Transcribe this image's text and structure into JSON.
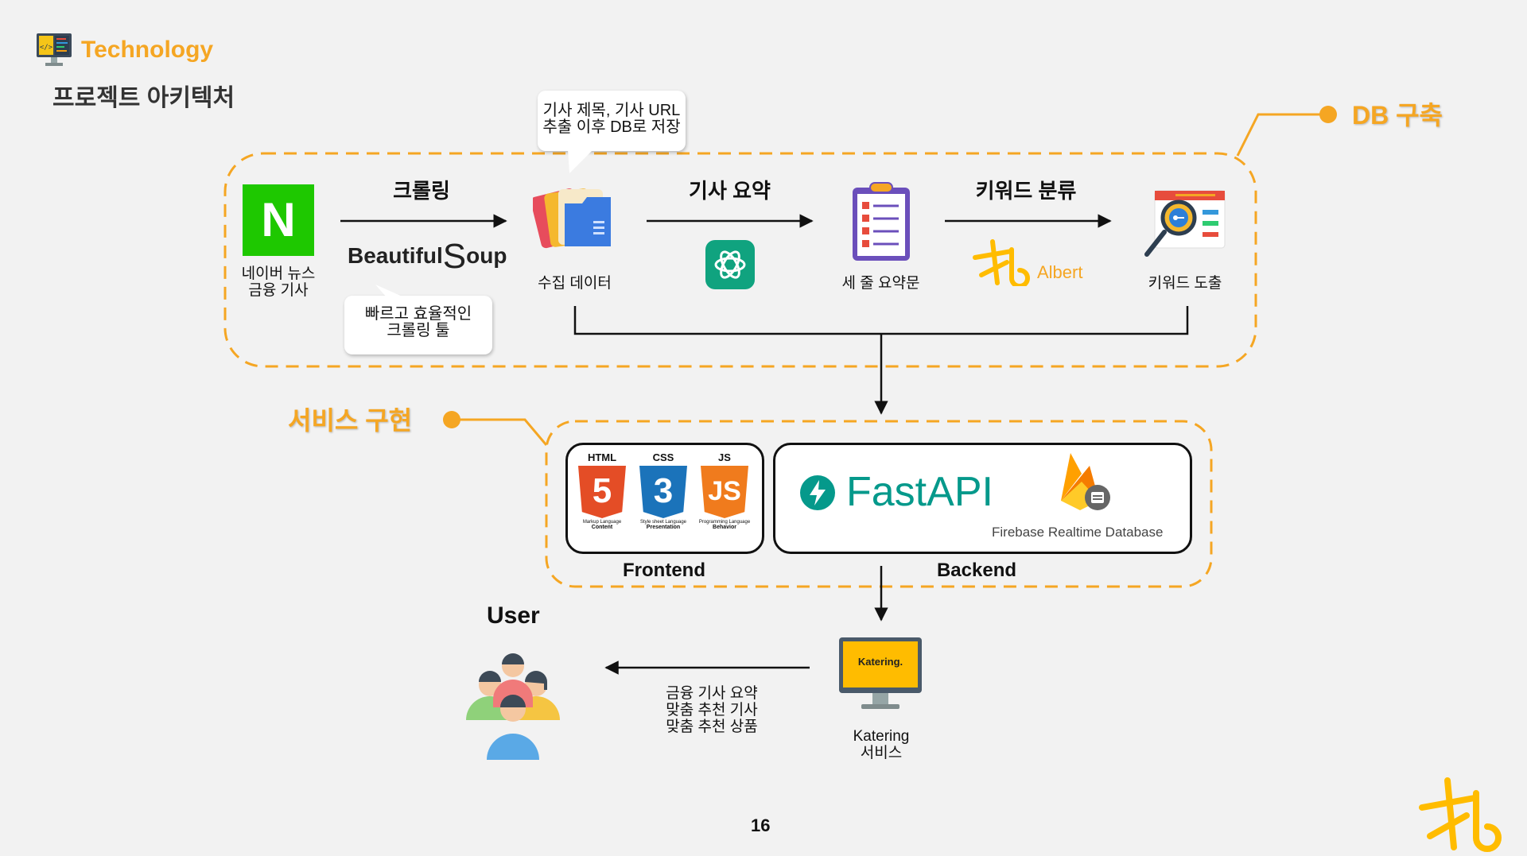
{
  "header": {
    "title": "Technology",
    "subtitle": "프로젝트 아키텍처"
  },
  "colors": {
    "accent": "#f5a623",
    "naver_green": "#1ec800",
    "kb_yellow": "#ffbc00",
    "firebase_orange": "#f5820d",
    "fastapi_teal": "#05998b"
  },
  "sections": {
    "db": "DB 구축",
    "service": "서비스 구현"
  },
  "pipeline": {
    "source": {
      "label_line1": "네이버 뉴스",
      "label_line2": "금융 기사",
      "logo_letter": "N"
    },
    "crawl": {
      "step": "크롤링",
      "tool_before": "Beautiful",
      "tool_s": "S",
      "tool_after": "oup",
      "note_line1": "빠르고 효율적인",
      "note_line2": "크롤링 툴"
    },
    "collected": {
      "label": "수집 데이터",
      "note_line1": "기사 제목, 기사 URL",
      "note_line2": "추출 이후 DB로 저장"
    },
    "summarize": {
      "step": "기사 요약"
    },
    "summary": {
      "label": "세 줄 요약문"
    },
    "classify": {
      "step": "키워드 분류",
      "tool": "Albert"
    },
    "keywords": {
      "label": "키워드 도출"
    }
  },
  "service": {
    "frontend": {
      "label": "Frontend",
      "badges": [
        {
          "title": "HTML",
          "digit": "5",
          "caption1": "Markup Language",
          "caption2": "Content"
        },
        {
          "title": "CSS",
          "digit": "3",
          "caption1": "Style sheet Language",
          "caption2": "Presentation"
        },
        {
          "title": "JS",
          "digit": "JS",
          "caption1": "Programming Language",
          "caption2": "Behavior"
        }
      ]
    },
    "backend": {
      "label": "Backend",
      "fastapi": "FastAPI",
      "firebase": "Firebase Realtime Database"
    }
  },
  "katering": {
    "screen_text": "Katering.",
    "label_line1": "Katering",
    "label_line2": "서비스"
  },
  "user": {
    "title": "User"
  },
  "delivery": {
    "line1": "금융 기사 요약",
    "line2": "맞춤 추천 기사",
    "line3": "맞춤 추천 상품"
  },
  "page_number": "16"
}
